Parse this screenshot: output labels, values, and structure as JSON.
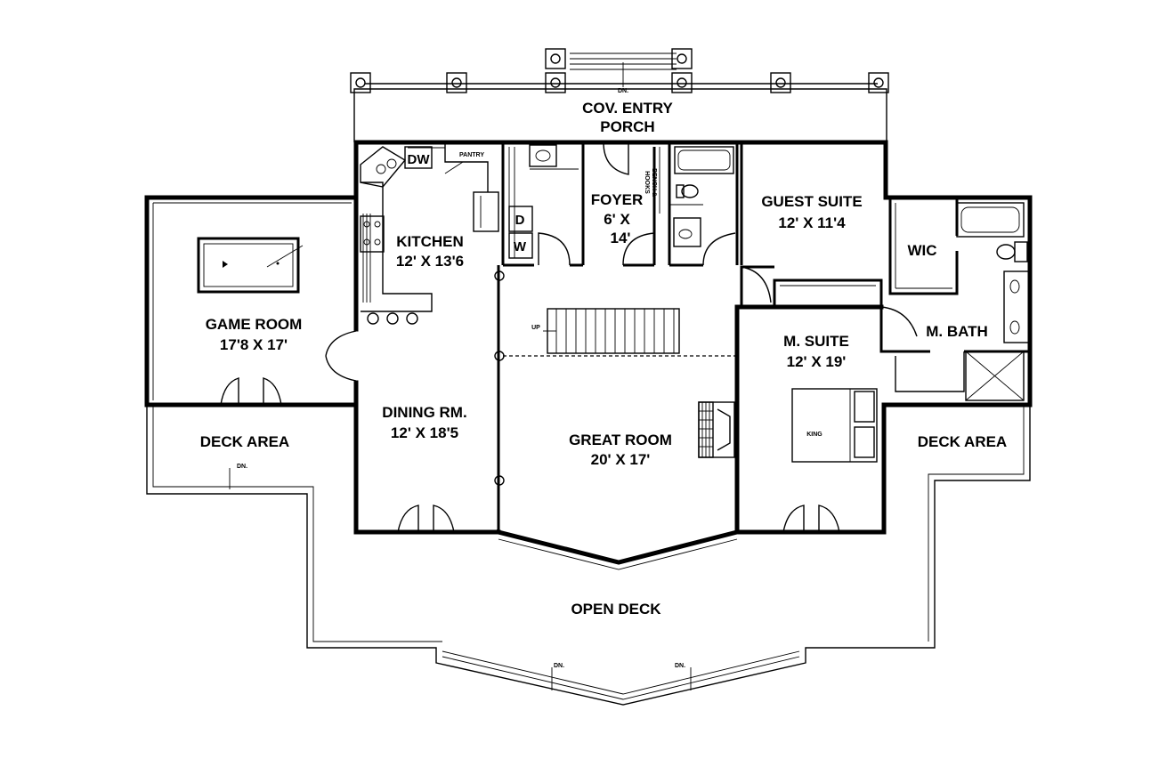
{
  "rooms": {
    "porch": {
      "line1": "COV. ENTRY",
      "line2": "PORCH"
    },
    "kitchen": {
      "line1": "KITCHEN",
      "line2": "12' X 13'6"
    },
    "foyer": {
      "line1": "FOYER",
      "line2a": "6' X",
      "line2b": "14'"
    },
    "guest": {
      "line1": "GUEST SUITE",
      "line2": "12' X 11'4"
    },
    "wic": {
      "line1": "WIC"
    },
    "game": {
      "line1": "GAME ROOM",
      "line2": "17'8 X 17'"
    },
    "msuite": {
      "line1": "M. SUITE",
      "line2": "12' X 19'"
    },
    "mbath": {
      "line1": "M. BATH"
    },
    "dining": {
      "line1": "DINING RM.",
      "line2": "12' X 18'5"
    },
    "great": {
      "line1": "GREAT ROOM",
      "line2": "20' X 17'"
    },
    "deck_left": {
      "line1": "DECK AREA"
    },
    "deck_right": {
      "line1": "DECK AREA"
    },
    "open_deck": {
      "line1": "OPEN DECK"
    }
  },
  "fixtures": {
    "dw": "DW",
    "pantry": "PANTRY",
    "dryer": "D",
    "washer": "W",
    "bench_line1": "BENCH &",
    "bench_line2": "HOOKS",
    "king": "KING",
    "stair_up": "UP",
    "dn": "DN."
  }
}
